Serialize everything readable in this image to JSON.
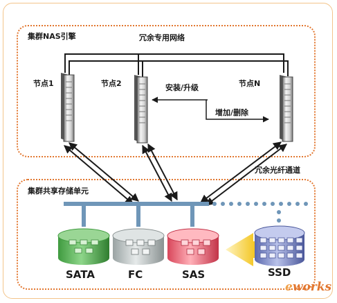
{
  "engine_group": {
    "title": "集群NAS引擎"
  },
  "network": {
    "label": "冗余专用网络"
  },
  "nodes": [
    {
      "label": "节点1"
    },
    {
      "label": "节点2"
    },
    {
      "label": "节点N"
    }
  ],
  "actions": {
    "install_upgrade": "安装/升级",
    "add_remove": "增加/删除"
  },
  "fiber": {
    "label": "冗余光纤通道"
  },
  "storage_group": {
    "title": "集群共享存储单元"
  },
  "storage": [
    {
      "label": "SATA",
      "color": "#4caf50"
    },
    {
      "label": "FC",
      "color": "#b0b8b8"
    },
    {
      "label": "SAS",
      "color": "#e85a6a"
    },
    {
      "label": "SSD",
      "color": "#7b88c4"
    }
  ],
  "arrow_color": "#f3c41c",
  "watermark": {
    "prefix": "e",
    "suffix": "works"
  }
}
